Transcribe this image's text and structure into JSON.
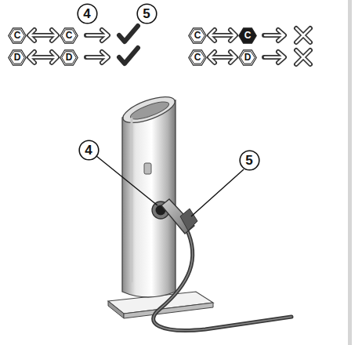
{
  "diagram": {
    "nodes": [
      {
        "text": [
          "4"
        ]
      },
      {
        "text": [
          "5"
        ]
      },
      {
        "text": [
          "C"
        ]
      },
      {
        "text": [
          "C"
        ]
      },
      {
        "text": [
          "C"
        ]
      },
      {
        "text": [
          "C"
        ]
      },
      {
        "text": [
          "D"
        ]
      },
      {
        "text": [
          "D"
        ]
      },
      {
        "text": [
          "C"
        ]
      },
      {
        "text": [
          "D"
        ]
      },
      {
        "text": [
          "4"
        ]
      },
      {
        "text": [
          "5"
        ]
      }
    ],
    "edges": [
      {
        "from": 2,
        "to": 3,
        "arrow": "both"
      },
      {
        "from": 4,
        "to": 5,
        "arrow": "both"
      },
      {
        "from": 6,
        "to": 7,
        "arrow": "both"
      },
      {
        "from": 8,
        "to": 9,
        "arrow": "both"
      }
    ]
  }
}
